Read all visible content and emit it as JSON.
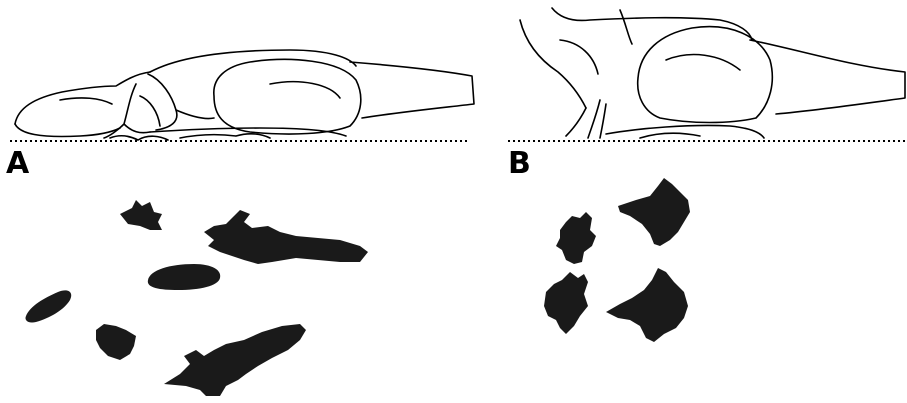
{
  "figure": {
    "panels": [
      {
        "id": "A",
        "label": "A",
        "pose": "lying",
        "ground_line": "dotted"
      },
      {
        "id": "B",
        "label": "B",
        "pose": "crouching",
        "ground_line": "dotted"
      }
    ],
    "ink_color": "#000000",
    "print_color": "#1a1a1a",
    "background": "#ffffff"
  }
}
